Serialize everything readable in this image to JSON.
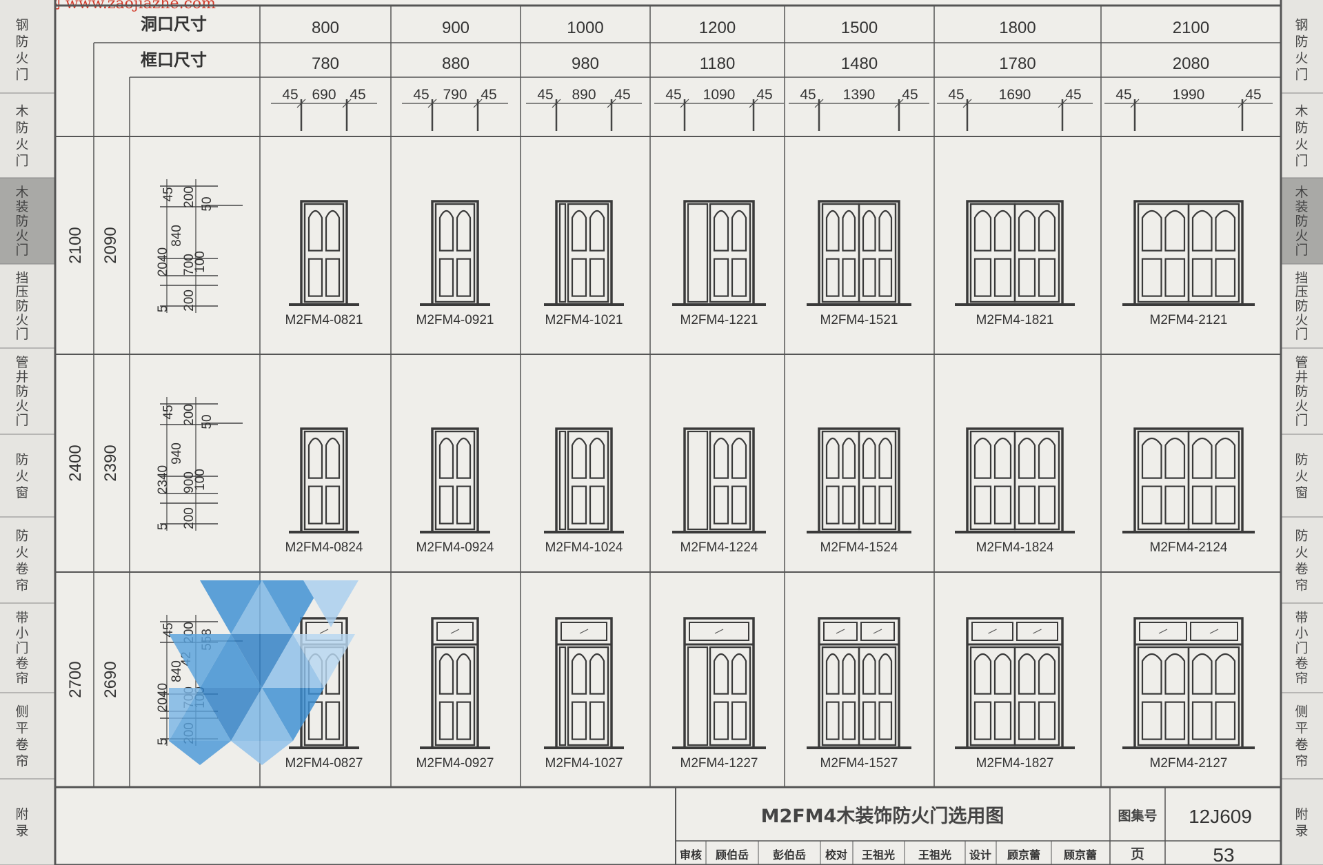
{
  "watermark": "造价者网 www.zaojiazhe.com",
  "left_tabs": [
    "钢防火门",
    "木防火门",
    "木装防火门",
    "挡压防火门",
    "管井防火门",
    "防火窗",
    "防火卷帘",
    "带小门卷帘",
    "侧平卷帘",
    "附录"
  ],
  "right_tabs": [
    "钢防火门",
    "木防火门",
    "木装防火门",
    "挡压防火门",
    "管井防火门",
    "防火窗",
    "防火卷帘",
    "带小门卷帘",
    "侧平卷帘",
    "附录"
  ],
  "header": {
    "row1_label": "洞口尺寸",
    "row2_label": "框口尺寸",
    "opening_widths": [
      "800",
      "900",
      "1000",
      "1200",
      "1500",
      "1800",
      "2100"
    ],
    "frame_widths": [
      "780",
      "880",
      "980",
      "1180",
      "1480",
      "1780",
      "2080"
    ],
    "dims": [
      {
        "left": "45",
        "mid": "690",
        "right": "45"
      },
      {
        "left": "45",
        "mid": "790",
        "right": "45"
      },
      {
        "left": "45",
        "mid": "890",
        "right": "45"
      },
      {
        "left": "45",
        "mid": "1090",
        "right": "45"
      },
      {
        "left": "45",
        "mid": "1390",
        "right": "45"
      },
      {
        "left": "45",
        "mid": "1690",
        "right": "45"
      },
      {
        "left": "45",
        "mid": "1990",
        "right": "45"
      }
    ]
  },
  "rows": [
    {
      "opening_height": "2100",
      "frame_height": "2090",
      "vdims": {
        "a": "2040",
        "b": "840",
        "c": "200",
        "d": "700",
        "e": "45",
        "f": "200",
        "g": "50",
        "h": "100",
        "i": "5"
      },
      "codes": [
        "M2FM4-0821",
        "M2FM4-0921",
        "M2FM4-1021",
        "M2FM4-1221",
        "M2FM4-1521",
        "M2FM4-1821",
        "M2FM4-2121"
      ]
    },
    {
      "opening_height": "2400",
      "frame_height": "2390",
      "vdims": {
        "a": "2340",
        "b": "940",
        "c": "200",
        "d": "900",
        "e": "45",
        "f": "200",
        "g": "50",
        "h": "100",
        "i": "5"
      },
      "codes": [
        "M2FM4-0824",
        "M2FM4-0924",
        "M2FM4-1024",
        "M2FM4-1224",
        "M2FM4-1524",
        "M2FM4-1824",
        "M2FM4-2124"
      ]
    },
    {
      "opening_height": "2700",
      "frame_height": "2690",
      "vdims": {
        "a": "2040",
        "b": "840",
        "c": "200",
        "d": "700",
        "e": "45",
        "f": "200",
        "g": "558",
        "h": "100",
        "i": "5",
        "j": "42"
      },
      "codes": [
        "M2FM4-0827",
        "M2FM4-0927",
        "M2FM4-1027",
        "M2FM4-1227",
        "M2FM4-1527",
        "M2FM4-1827",
        "M2FM4-2127"
      ]
    }
  ],
  "title_block": {
    "title": "M2FM4木装饰防火门选用图",
    "atlas_label": "图集号",
    "atlas_no": "12J609",
    "page_label": "页",
    "page_no": "53",
    "signers": [
      "审核",
      "顾伯岳",
      "彭伯岳",
      "校对",
      "王祖光",
      "王祖光",
      "设计",
      "顾京蕾",
      "顾京蕾"
    ]
  }
}
